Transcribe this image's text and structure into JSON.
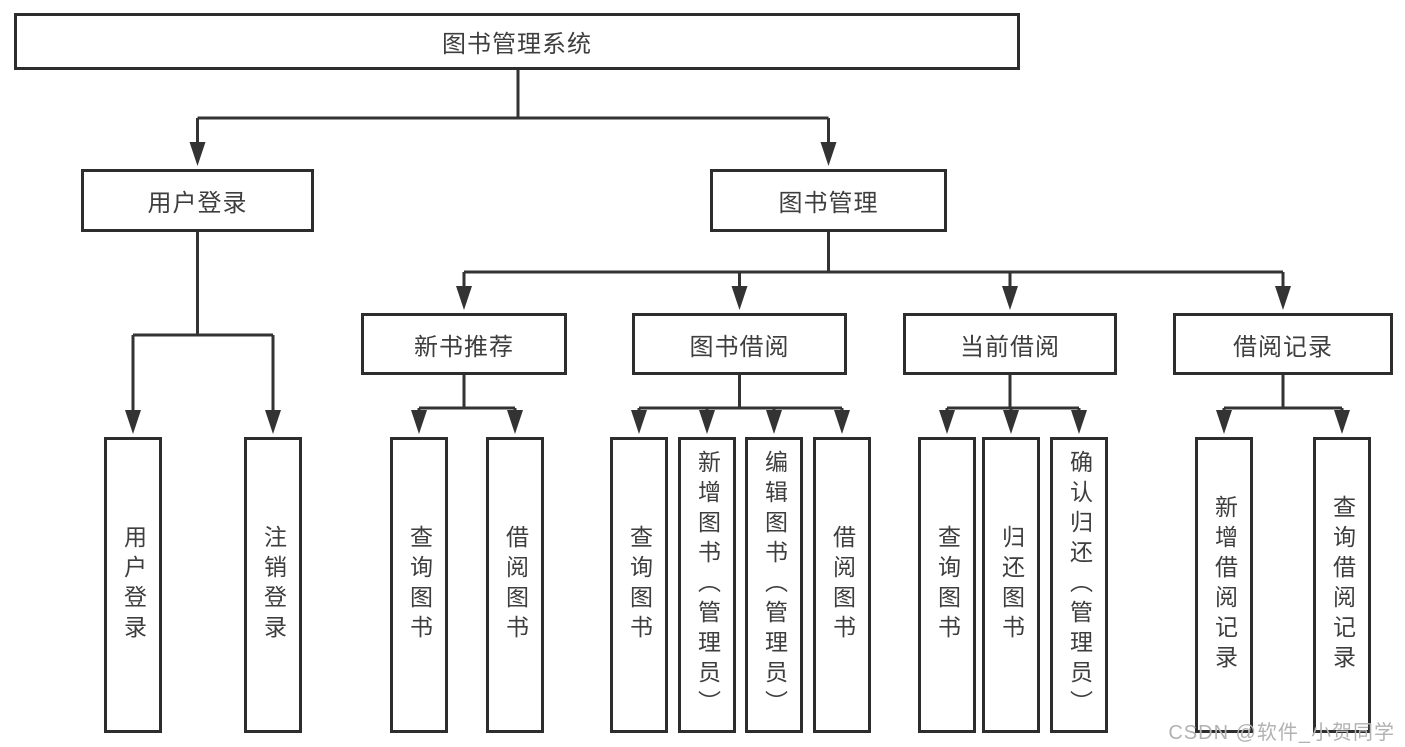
{
  "colors": {
    "line": "#333333",
    "node_border": "#2d2d2d",
    "text": "#3e3e3e",
    "watermark": "#b2b2b2",
    "background": "#ffffff"
  },
  "watermark": "CSDN @软件_小贺同学",
  "diagram": {
    "root": {
      "label": "图书管理系统"
    },
    "level2": {
      "user_login": {
        "label": "用户登录"
      },
      "book_mgmt": {
        "label": "图书管理"
      }
    },
    "level3": {
      "new_book": {
        "label": "新书推荐"
      },
      "borrow": {
        "label": "图书借阅"
      },
      "current": {
        "label": "当前借阅"
      },
      "records": {
        "label": "借阅记录"
      }
    },
    "leaves": {
      "user_login": [
        "用户登录",
        "注销登录"
      ],
      "new_book": [
        "查询图书",
        "借阅图书"
      ],
      "borrow": [
        "查询图书",
        "新增图书（管理员）",
        "编辑图书（管理员）",
        "借阅图书"
      ],
      "current": [
        "查询图书",
        "归还图书",
        "确认归还（管理员）"
      ],
      "records": [
        "新增借阅记录",
        "查询借阅记录"
      ]
    }
  }
}
